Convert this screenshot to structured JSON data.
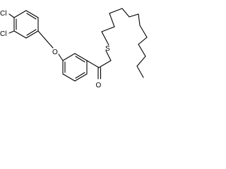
{
  "atoms": {
    "cl_top": "Cl",
    "cl_mid": "Cl",
    "ether_oxygen": "O",
    "carbonyl_oxygen": "O",
    "sulfur": "S"
  }
}
